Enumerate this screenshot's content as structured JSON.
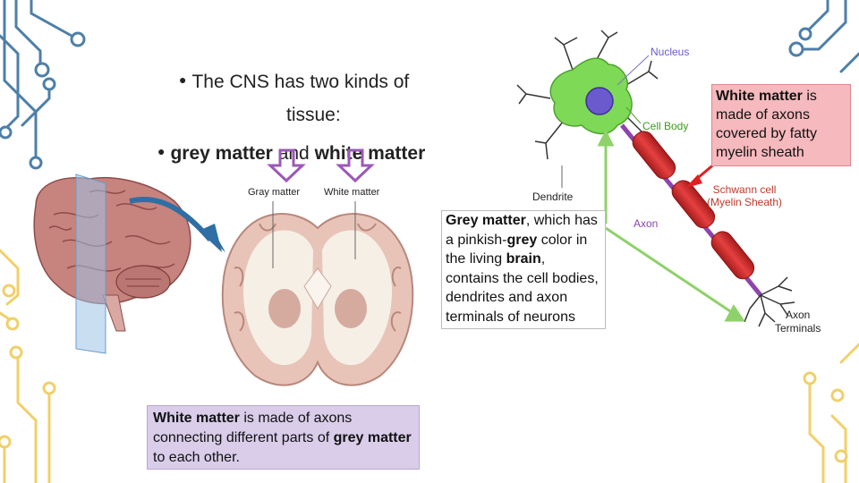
{
  "slide": {
    "bullet1_line1": "The CNS has two kinds of",
    "bullet1_line2": "tissue:",
    "bullet2_part1": "grey matter",
    "bullet2_part2": " and ",
    "bullet2_part3": "white matter"
  },
  "brain_section": {
    "grey_label": "Gray matter",
    "white_label": "White matter"
  },
  "neuron": {
    "nucleus": "Nucleus",
    "cell_body": "Cell Body",
    "dendrite": "Dendrite",
    "axon": "Axon",
    "schwann_line1": "Schwann cell",
    "schwann_line2": "(Myelin Sheath)",
    "terminals_line1": "Axon",
    "terminals_line2": "Terminals"
  },
  "callouts": {
    "white_right": {
      "bold": "White matter",
      "rest": " is made of axons covered by fatty myelin sheath"
    },
    "grey_middle": {
      "b1": "Grey matter",
      "t1": ", which has a pinkish-",
      "b2": "grey",
      "t2": " color in the living ",
      "b3": "brain",
      "t3": ", contains the cell bodies, dendrites and axon terminals of neurons"
    },
    "white_bottom": {
      "b1": "White matter",
      "t1": " is made of axons connecting different parts of ",
      "b2": "grey matter",
      "t2": " to each other."
    }
  },
  "colors": {
    "accent_purple": "#9b59b6",
    "circuit_blue": "#4d7fa8",
    "circuit_yellow": "#f0d06a",
    "neuron_green": "#7ed957",
    "myelin_red": "#d62b2b",
    "callout_pink": "#f6b9bd",
    "callout_lavender": "#d9cdea"
  }
}
